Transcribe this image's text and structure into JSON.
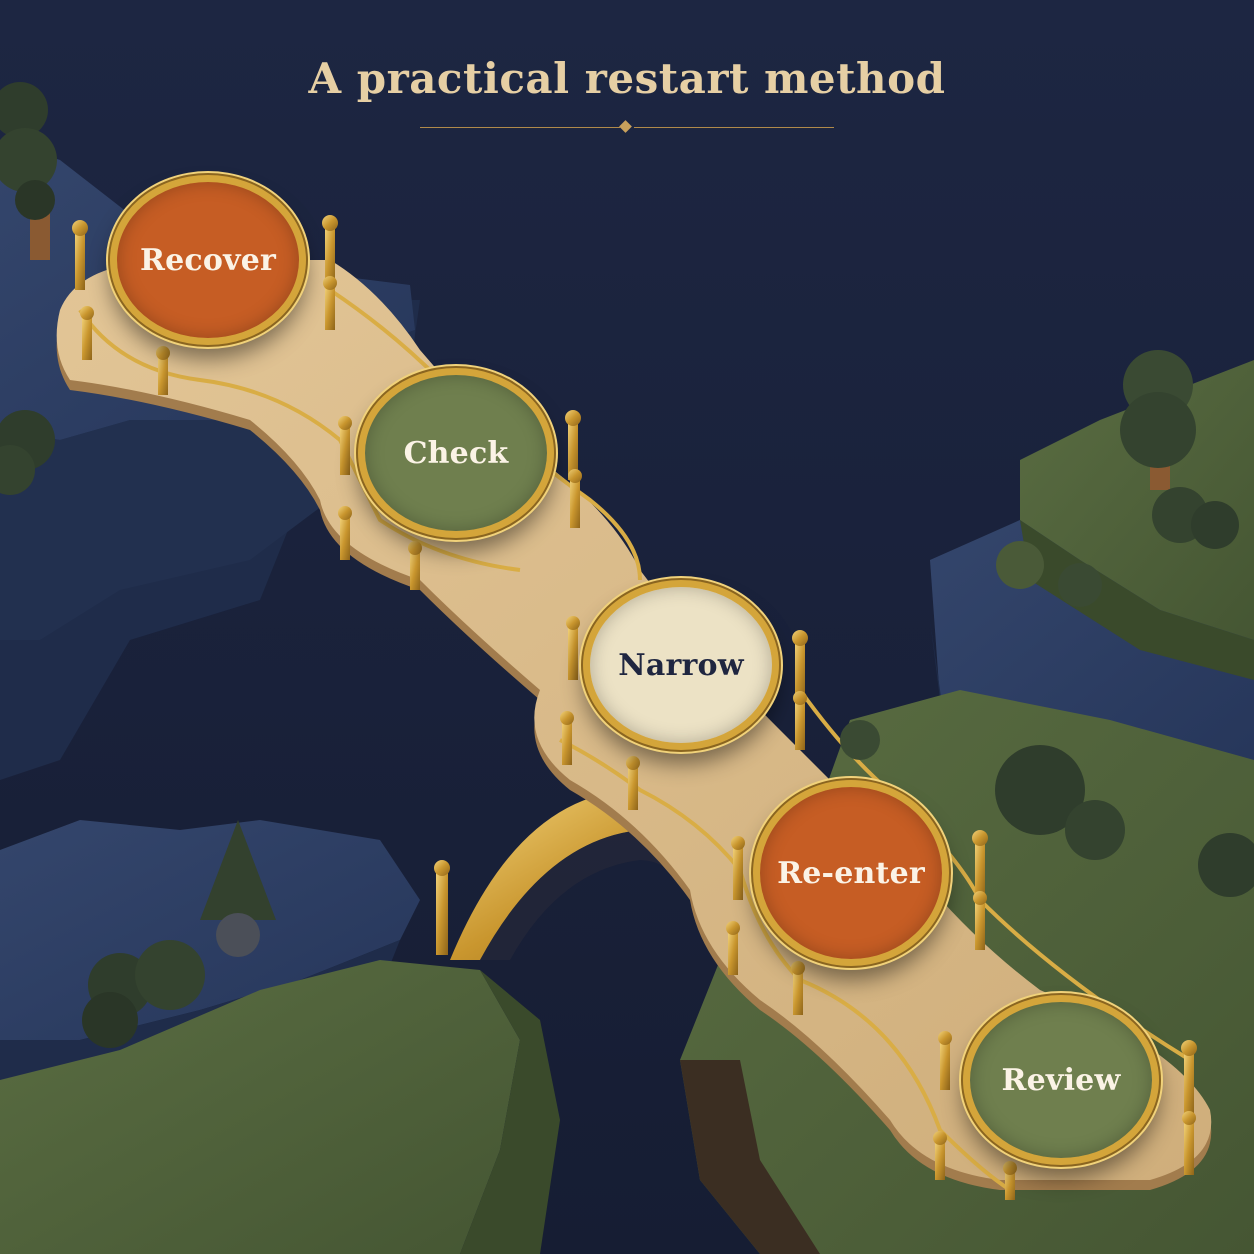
{
  "title": "A practical restart method",
  "steps": [
    {
      "label": "Recover",
      "color": "#c65d24",
      "text_color": "#fbf3e6"
    },
    {
      "label": "Check",
      "color": "#6f7f4e",
      "text_color": "#fbf3e6"
    },
    {
      "label": "Narrow",
      "color": "#ece2c5",
      "text_color": "#1f2640"
    },
    {
      "label": "Re-enter",
      "color": "#c65d24",
      "text_color": "#fbf3e6"
    },
    {
      "label": "Review",
      "color": "#6f7f4e",
      "text_color": "#fbf3e6"
    }
  ],
  "palette": {
    "background": "#1c2540",
    "cliff_navy": "#2a3a5e",
    "cliff_green": "#4d5f38",
    "wood": "#d8b886",
    "gold": "#d4a53a",
    "title_gold": "#e6cfa4"
  }
}
